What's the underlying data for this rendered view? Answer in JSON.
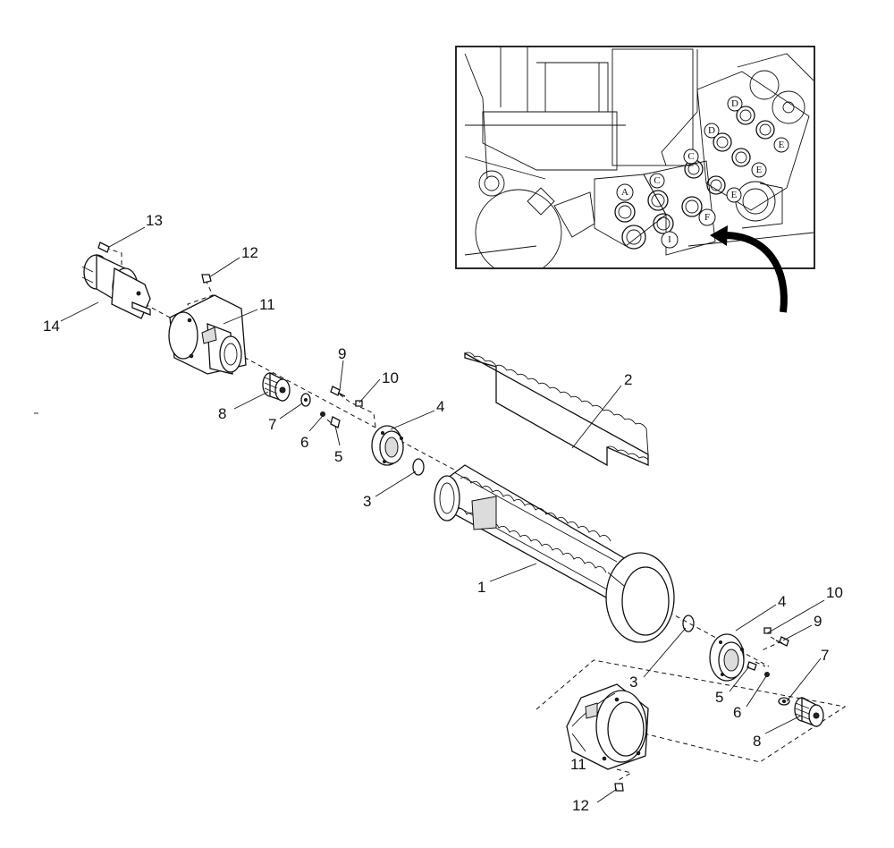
{
  "callouts": {
    "p1": "1",
    "p2": "2",
    "p3a": "3",
    "p3b": "3",
    "p4a": "4",
    "p4b": "4",
    "p5a": "5",
    "p5b": "5",
    "p6a": "6",
    "p6b": "6",
    "p7a": "7",
    "p7b": "7",
    "p8a": "8",
    "p8b": "8",
    "p9a": "9",
    "p9b": "9",
    "p10a": "10",
    "p10b": "10",
    "p11a": "11",
    "p11b": "11",
    "p12a": "12",
    "p12b": "12",
    "p13": "13",
    "p14": "14"
  },
  "inset": {
    "labels": {
      "a": "A",
      "c1": "C",
      "c2": "C",
      "d1": "D",
      "d2": "D",
      "e1": "E",
      "e2": "E",
      "e3": "E",
      "f": "F",
      "i": "I"
    }
  }
}
